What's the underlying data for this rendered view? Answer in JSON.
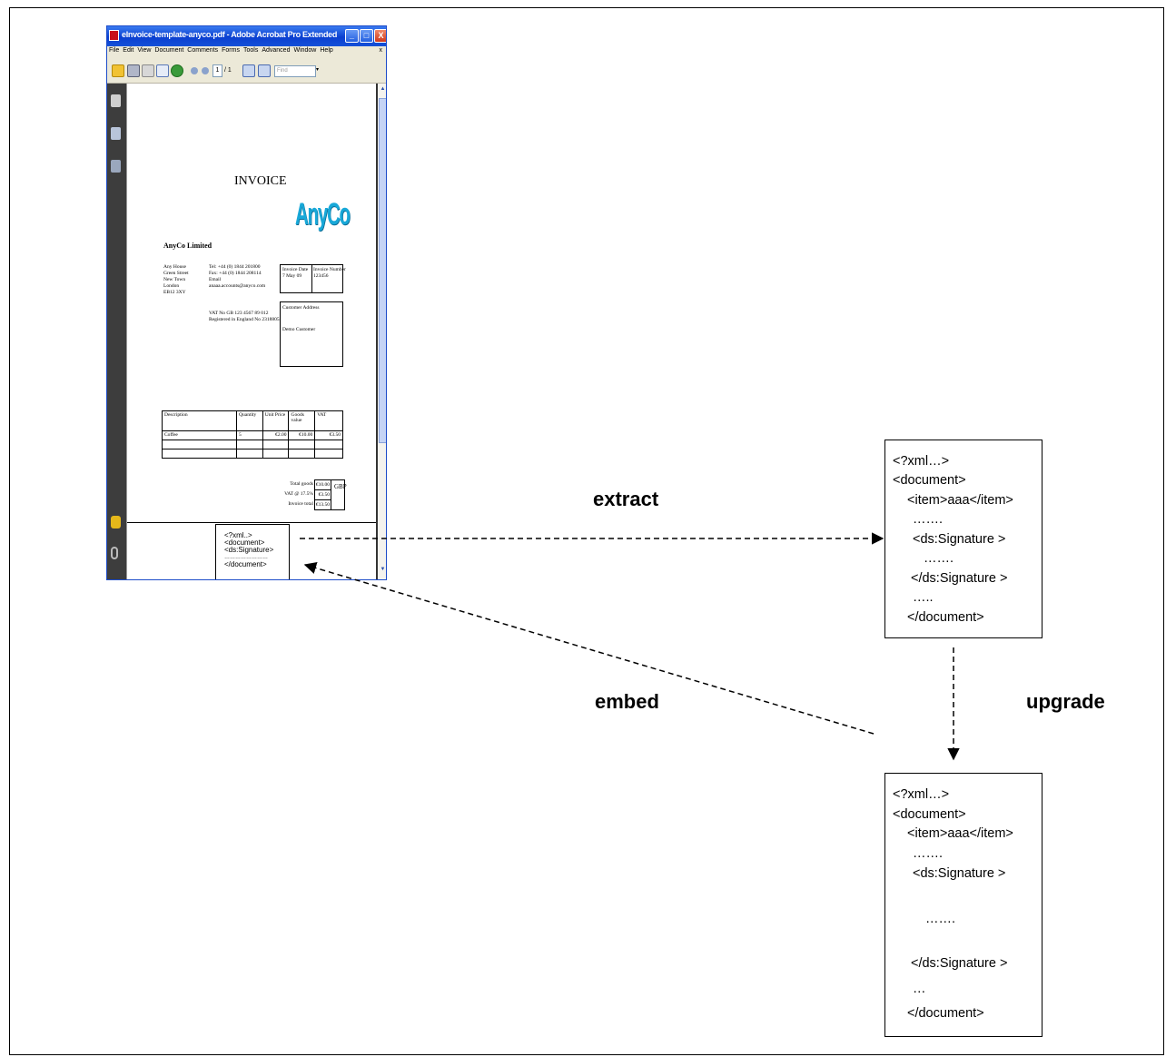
{
  "acrobat": {
    "title": "eInvoice-template-anyco.pdf - Adobe Acrobat Pro Extended",
    "menu": [
      "File",
      "Edit",
      "View",
      "Document",
      "Comments",
      "Forms",
      "Tools",
      "Advanced",
      "Window",
      "Help"
    ],
    "menu_close": "x",
    "page_current": "1",
    "page_total": "/ 1",
    "find_placeholder": "Find",
    "win_min": "_",
    "win_max": "□",
    "win_close": "X"
  },
  "invoice": {
    "title": "INVOICE",
    "logo": "AnyCo",
    "company": "AnyCo Limited",
    "address_lines": [
      "Any House",
      "Green Street",
      "New Town",
      "London",
      "EB12 3XY"
    ],
    "contact_lines": [
      "Tel: +44 (0) 1844 201800",
      "Fax: +44 (0) 1844 208114",
      "Email",
      "anaaa.accounts@anyco.com"
    ],
    "vat_lines": [
      "VAT No GB 123 4567 89 012",
      "Registered in England No 2318805"
    ],
    "date_label": "Invoice Date",
    "date_value": "7 May 09",
    "number_label": "Invoice Number",
    "number_value": "123456",
    "customer_address_label": "Customer Address",
    "customer_name": "Demo Customer",
    "table": {
      "headers": [
        "Description",
        "Quantity",
        "Unit Price",
        "Goods value",
        "VAT"
      ],
      "rows": [
        [
          "Coffee",
          "5",
          "€2.00",
          "€10.00",
          "€3.50"
        ],
        [
          "",
          "",
          "",
          "",
          ""
        ],
        [
          "",
          "",
          "",
          "",
          ""
        ],
        [
          "",
          "",
          "",
          "",
          ""
        ]
      ]
    },
    "totals_labels": [
      "Total goods",
      "VAT @ 17.5%",
      "Invoice total"
    ],
    "totals_values": [
      "€10.00",
      "€3.50",
      "€13.50"
    ],
    "currency": "GBP",
    "embedded_xml": [
      "<?xml..>",
      "<document>",
      "<ds:Signature>",
      "……………………",
      "</document>"
    ]
  },
  "labels": {
    "extract": "extract",
    "embed": "embed",
    "upgrade": "upgrade"
  },
  "xml_extracted": [
    "<?xml…>",
    "<document>",
    "<item>aaa</item>",
    "…….",
    "<ds:Signature >",
    "…….",
    "</ds:Signature >",
    "…..",
    "</document>"
  ],
  "xml_upgraded": [
    "<?xml…>",
    "<document>",
    "<item>aaa</item>",
    "…….",
    "<ds:Signature >",
    "…….",
    "</ds:Signature >",
    "…",
    "</document>"
  ]
}
